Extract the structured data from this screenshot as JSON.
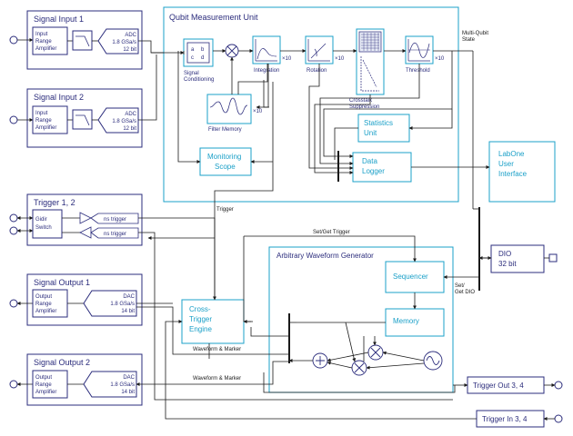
{
  "signal_input_1": {
    "title": "Signal Input 1",
    "amp": [
      "Input",
      "Range",
      "Amplifier"
    ],
    "adc": [
      "ADC",
      "1.8 GSa/s",
      "12 bit"
    ]
  },
  "signal_input_2": {
    "title": "Signal Input 2",
    "amp": [
      "Input",
      "Range",
      "Amplifier"
    ],
    "adc": [
      "ADC",
      "1.8 GSa/s",
      "12 bit"
    ]
  },
  "trigger_12": {
    "title": "Trigger 1, 2",
    "switch": [
      "Gidir",
      "Switch"
    ],
    "ns_trigger_top": "ns trigger",
    "ns_trigger_bottom": "ns trigger"
  },
  "signal_output_1": {
    "title": "Signal Output 1",
    "amp": [
      "Output",
      "Range",
      "Amplifier"
    ],
    "dac": [
      "DAC",
      "1.8 GSa/s",
      "14 bit"
    ]
  },
  "signal_output_2": {
    "title": "Signal Output 2",
    "amp": [
      "Output",
      "Range",
      "Amplifier"
    ],
    "dac": [
      "DAC",
      "1.8 GSa/s",
      "14 bit"
    ]
  },
  "qmu": {
    "title": "Qubit Measurement Unit",
    "signal_conditioning": [
      "Signal",
      "Conditioning"
    ],
    "sc_matrix": [
      "a",
      "b",
      "c",
      "d"
    ],
    "integration": "Integration",
    "rotation": "Rotation",
    "crosstalk": [
      "Crosstalk",
      "Suppression"
    ],
    "threshold": "Threshold",
    "times10": "×10",
    "filter_memory": "Filter Memory",
    "monitoring_scope": [
      "Monitoring",
      "Scope"
    ],
    "statistics_unit": [
      "Statistics",
      "Unit"
    ],
    "data_logger": [
      "Data",
      "Logger"
    ]
  },
  "multi_qubit_state": [
    "Multi-Qubit",
    "State"
  ],
  "labone": [
    "LabOne",
    "User",
    "Interface"
  ],
  "dio": [
    "DIO",
    "32 bit"
  ],
  "awg": {
    "title": "Arbitrary Waveform Generator",
    "sequencer": "Sequencer",
    "memory": "Memory"
  },
  "cross_trigger": [
    "Cross-",
    "Trigger",
    "Engine"
  ],
  "labels": {
    "trigger": "Trigger",
    "set_get_trigger": "Set/Get Trigger",
    "set_get_dio": [
      "Set/",
      "Get DIO"
    ],
    "waveform_marker_1": "Waveform & Marker",
    "waveform_marker_2": "Waveform & Marker"
  },
  "trigger_out": "Trigger Out 3, 4",
  "trigger_in": "Trigger In 3, 4",
  "colors": {
    "navy": "#2b2c7c",
    "teal": "#1ba0c8",
    "black": "#1a1a1a"
  }
}
